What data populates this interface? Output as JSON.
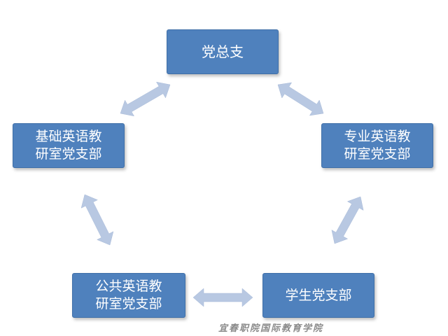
{
  "nodes": {
    "top": "党总支",
    "left": [
      "基础英语教",
      "研室党支部"
    ],
    "right": [
      "专业英语教",
      "研室党支部"
    ],
    "bottom_left": [
      "公共英语教",
      "研室党支部"
    ],
    "bottom_right": "学生党支部"
  },
  "arrow_color": "#b8c8e2",
  "box_color": "#4f81bd",
  "watermark": "宜春职院国际教育学院"
}
